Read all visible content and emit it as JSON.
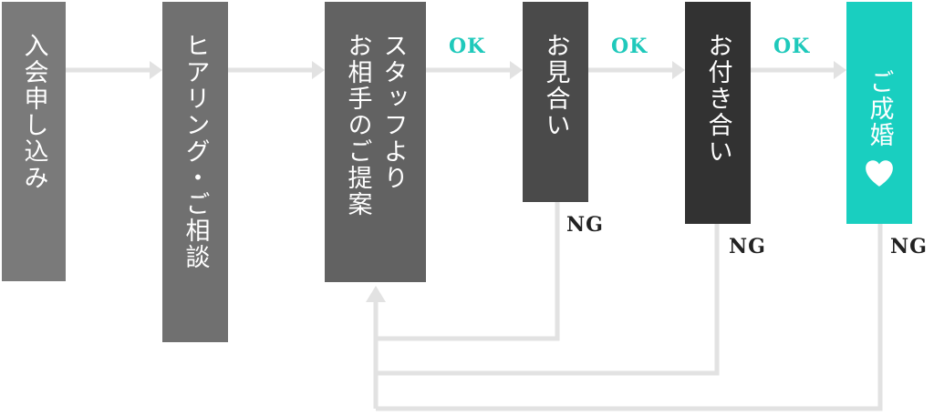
{
  "steps": [
    {
      "lines": [
        "入会申し込み"
      ]
    },
    {
      "lines": [
        "ヒアリング・ご相談"
      ]
    },
    {
      "lines": [
        "スタッフより",
        "お相手のご提案"
      ]
    },
    {
      "lines": [
        "お見合い"
      ]
    },
    {
      "lines": [
        "お付き合い"
      ]
    },
    {
      "lines": [
        "ご成婚"
      ]
    }
  ],
  "ok_label": "OK",
  "ng_label": "NG",
  "colors": {
    "step1": "#7a7a7a",
    "step2": "#707070",
    "step3": "#626262",
    "step4": "#4a4a4a",
    "step5": "#323232",
    "step6_accent": "#19cfc0",
    "ok_text": "#1fc9bb",
    "ng_text": "#222222",
    "connector": "#e2e2e2"
  },
  "icons": {
    "final_step": "heart-icon",
    "flow_arrows": "arrow-right-icon",
    "return_arrow": "arrow-up-icon"
  }
}
